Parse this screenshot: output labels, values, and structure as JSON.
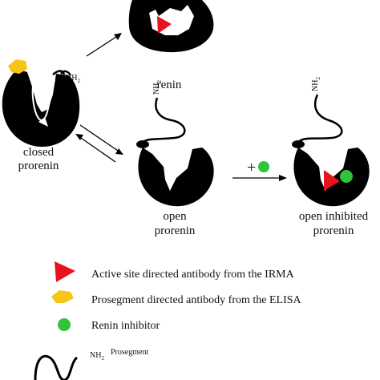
{
  "labels": {
    "renin": "renin",
    "closed_1": "closed",
    "closed_2": "prorenin",
    "open_1": "open",
    "open_2": "prorenin",
    "open_inhibited_1": "open inhibited",
    "open_inhibited_2": "prorenin",
    "nh2": "NH",
    "nh2_sub": "2",
    "plus": "+"
  },
  "legend": {
    "active_site": "Active site directed antibody from the IRMA",
    "prosegment_antibody": "Prosegment directed antibody from the ELISA",
    "renin_inhibitor": "Renin inhibitor",
    "prosegment_nh2": "NH",
    "prosegment_nh2_sub": "2",
    "prosegment_label": "Prosegment"
  },
  "colors": {
    "protein": "#000000",
    "antibody_irma": "#e8141b",
    "antibody_elisa": "#f5c518",
    "inhibitor": "#2fc43a"
  }
}
